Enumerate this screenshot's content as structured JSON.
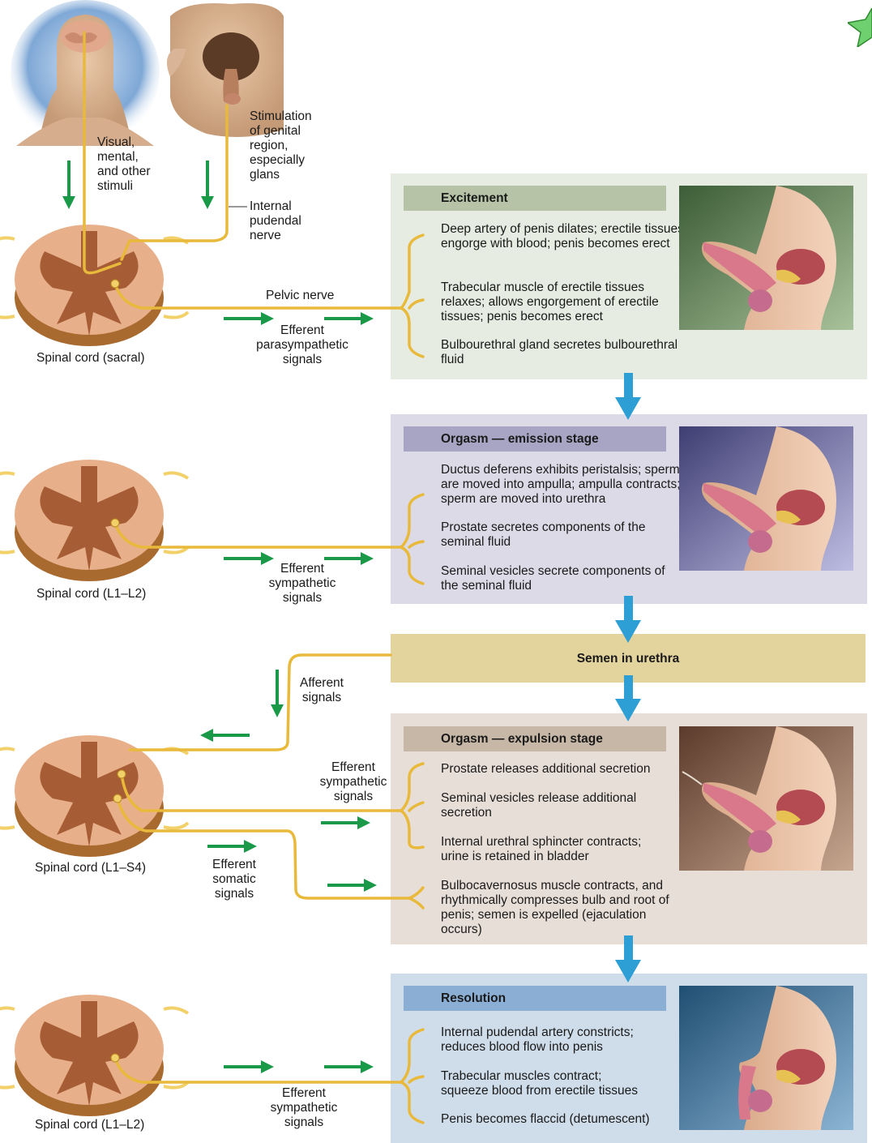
{
  "head_figure": {
    "stimuli_label": "Visual,\nmental,\nand other\nstimuli"
  },
  "genital_figure": {
    "stimulation_label": "Stimulation\nof genital\nregion,\nespecially\nglans"
  },
  "nerves": {
    "pudendal": "Internal\npudendal\nnerve",
    "pelvic": "Pelvic nerve",
    "efferent_parasympathetic": "Efferent\nparasympathetic\nsignals",
    "efferent_sympathetic_emission": "Efferent\nsympathetic\nsignals",
    "afferent": "Afferent\nsignals",
    "efferent_sympathetic_expulsion": "Efferent\nsympathetic\nsignals",
    "efferent_somatic": "Efferent\nsomatic\nsignals",
    "efferent_sympathetic_resolution": "Efferent\nsympathetic\nsignals"
  },
  "spinal_cords": [
    {
      "label": "Spinal cord (sacral)"
    },
    {
      "label": "Spinal cord (L1–L2)"
    },
    {
      "label": "Spinal cord (L1–S4)"
    },
    {
      "label": "Spinal cord (L1–L2)"
    }
  ],
  "stages": [
    {
      "title": "Excitement",
      "items": [
        "Deep artery of penis dilates; erectile tissues engorge with blood; penis becomes erect",
        "Trabecular muscle of erectile tissues relaxes; allows engorgement of erectile tissues; penis becomes erect",
        "Bulbourethral gland secretes bulbourethral fluid"
      ]
    },
    {
      "title": "Orgasm — emission stage",
      "items": [
        "Ductus deferens exhibits peristalsis; sperm are moved into ampulla; ampulla contracts; sperm are moved into urethra",
        "Prostate secretes components of the seminal fluid",
        "Seminal vesicles secrete components of the seminal fluid"
      ]
    },
    {
      "title": "Semen in urethra",
      "items": []
    },
    {
      "title": "Orgasm — expulsion stage",
      "items": [
        "Prostate releases additional secretion",
        "Seminal vesicles release additional secretion",
        "Internal urethral sphincter contracts; urine is retained in bladder",
        "Bulbocavernosus muscle contracts, and rhythmically compresses bulb and root of penis; semen is expelled (ejaculation occurs)"
      ]
    },
    {
      "title": "Resolution",
      "items": [
        "Internal pudendal artery constricts; reduces blood flow into penis",
        "Trabecular muscles contract; squeeze blood from erectile tissues",
        "Penis becomes flaccid (detumescent)"
      ]
    }
  ],
  "colors": {
    "nerve": "#e8b93a",
    "green_arrow": "#1a9a48",
    "blue_arrow": "#2d9fd4",
    "panel_excitement": "#e6ece2",
    "header_excitement": "#b6c3a6",
    "panel_emission": "#dcdae6",
    "header_emission": "#a7a5c3",
    "panel_semen": "#e3d39d",
    "panel_expulsion": "#e7ded7",
    "header_expulsion": "#c7b7a6",
    "panel_resolution": "#cfdce9",
    "header_resolution": "#8aaed4"
  }
}
